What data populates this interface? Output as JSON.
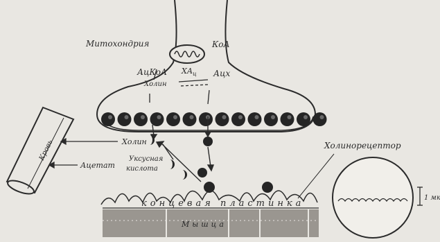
{
  "labels": {
    "mitochondrion": "Митохондрия",
    "coa": "КоА",
    "acetyl_coa": "АцКоА",
    "choline_top": "Холин",
    "xa": "ХА",
    "xa_sub": "ц",
    "ach_top": "Ацх",
    "choline_left": "Холин",
    "acetate": "Ацетат",
    "acetic_acid_1": "Уксусная",
    "acetic_acid_2": "кислота",
    "receptor": "Холинорецептор",
    "end_plate": "концевая пластинка",
    "muscle": "Мышца",
    "blood": "Кровь",
    "scale": "1 мк"
  },
  "colors": {
    "ink": "#2b2b2b",
    "vesicle": "#252525",
    "muscle": "#9a9690",
    "paper": "#e9e7e2"
  }
}
